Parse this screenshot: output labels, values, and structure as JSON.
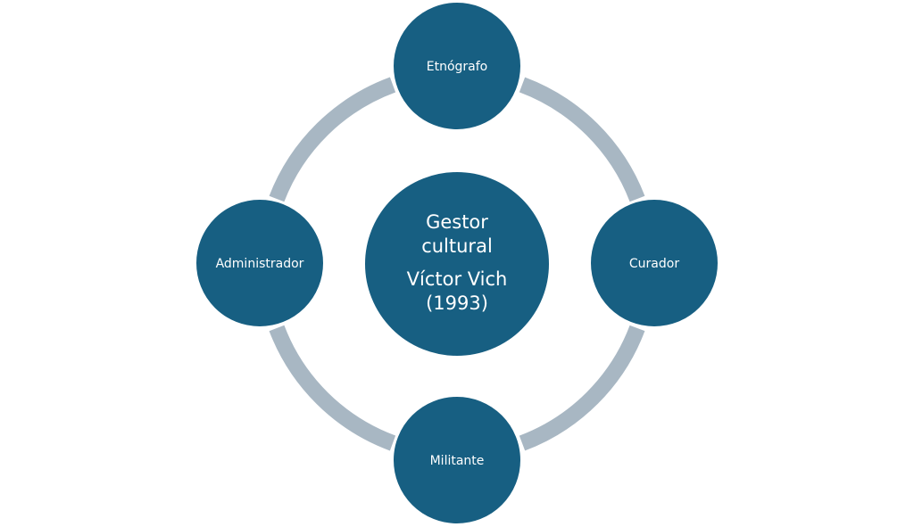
{
  "colors": {
    "node_fill": "#175f82",
    "node_stroke": "#ffffff",
    "ring": "#a8b7c3",
    "text": "#ffffff"
  },
  "center": {
    "lines": [
      "Gestor",
      "cultural",
      "Víctor Vich",
      "(1993)"
    ]
  },
  "satellites": [
    {
      "id": "top",
      "label": "Etnógrafo"
    },
    {
      "id": "right",
      "label": "Curador"
    },
    {
      "id": "bottom",
      "label": "Militante"
    },
    {
      "id": "left",
      "label": "Administrador"
    }
  ]
}
